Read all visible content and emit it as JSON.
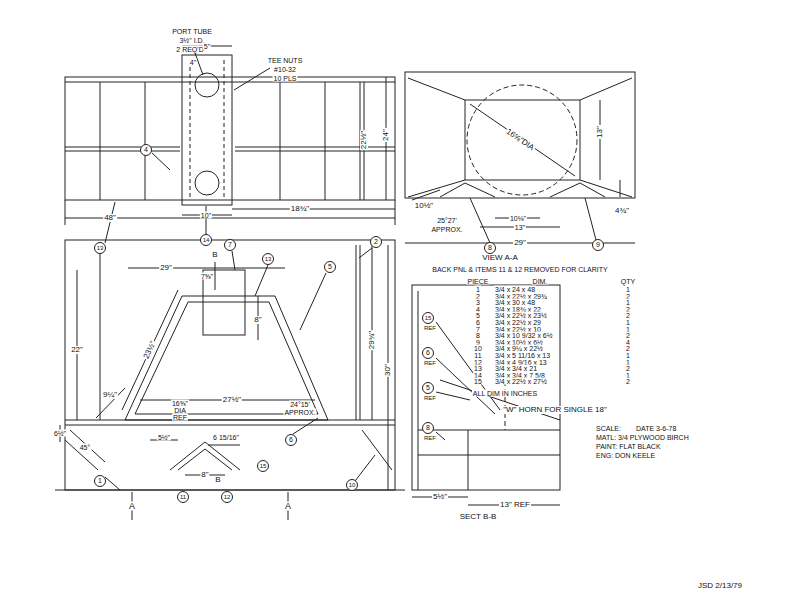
{
  "diagram": {
    "labels": [
      "PORT TUBE",
      "3½\" I.D.",
      "2 REQ'D",
      "4\"",
      "5\"",
      "TEE NUTS",
      "#10-32",
      "10 PLS",
      "24\"",
      "22½\"",
      "48\"",
      "10\"",
      "18¾\"",
      "4",
      "13",
      "14",
      "13\"",
      "16⅝\"DIA",
      "10½\"",
      "4¾\"",
      "25°27'",
      "APPROX.",
      "10⅛\"",
      "13\"",
      "29\"",
      "8",
      "9",
      "VIEW A-A",
      "BACK PNL & ITEMS 11 & 12 REMOVED FOR CLARITY",
      "PIECE",
      "DIM.",
      "QTY",
      "1",
      "3/4 x 24 x 48",
      "1",
      "2",
      "3/4 x 22½ x 29¾",
      "2",
      "3",
      "3/4 x 30 x 48",
      "1",
      "4",
      "3/4 x 18¾ x 22",
      "2",
      "5",
      "3/4 x 22½ x 23½",
      "2",
      "6",
      "3/4 x 22½ x 29",
      "1",
      "7",
      "3/4 x 22½ x 10",
      "1",
      "8",
      "3/4 x 10 9/32 x 6½",
      "2",
      "9",
      "3/4 x 10½ x 6½",
      "4",
      "10",
      "3/4 x 9¼ x 22½",
      "2",
      "11",
      "3/4 x 5 11/16 x 13",
      "1",
      "12",
      "3/4 x 4 9/16 x 13",
      "1",
      "13",
      "3/4 x 3/4 x 21",
      "2",
      "14",
      "3/4 x 3/4 x 7 5/8",
      "1",
      "15",
      "3/4 x 22½ x 27½",
      "2",
      "ALL DIM IN INCHES",
      "\"W\" HORN FOR SINGLE 18\"",
      "SCALE:",
      "DATE 3-6-78",
      "MATL: 3/4 PLYWOOD BIRCH",
      "PAINT: FLAT BLACK",
      "ENG: DON KEELE",
      "JSD 2/13/79",
      "29\"",
      "7⅝\"",
      "B",
      "7",
      "13",
      "5",
      "2",
      "8\"",
      "22\"",
      "23½\"",
      "29¾\"",
      "30\"",
      "16⅝\"",
      "DIA",
      "REF",
      "27½\"",
      "24°15'",
      "APPROX.",
      "9¼\"",
      "6½\"",
      "45°",
      "5½\"",
      "6 15/16\"",
      "8\"",
      "A",
      "A",
      "1",
      "11",
      "12",
      "B",
      "15",
      "6",
      "10",
      "15",
      "REF",
      "6",
      "REF",
      "5",
      "REF",
      "8",
      "REF",
      "5½\"",
      "13\" REF",
      "SECT B-B"
    ]
  }
}
